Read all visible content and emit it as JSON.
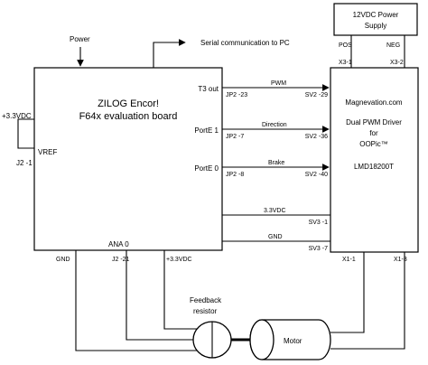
{
  "zilog": {
    "title1": "ZILOG Encor!",
    "title2": "F64x evaluation board",
    "t3out": "T3 out",
    "porte1": "PortE 1",
    "porte0": "PortE 0",
    "vref": "VREF",
    "ana0": "ANA 0",
    "gnd": "GND",
    "j2_21": "J2 -21",
    "v33": "+3.3VDC",
    "jp2_23": "JP2 -23",
    "jp2_7": "JP2 -7",
    "jp2_8": "JP2 -8"
  },
  "power_label": "Power",
  "serial_label": "Serial communication to PC",
  "vref_supply": {
    "label": "+3.3VDC",
    "pin": "J2 -1"
  },
  "signals": {
    "pwm": "PWM",
    "direction": "Direction",
    "brake": "Brake",
    "v33": "3.3VDC",
    "gnd": "GND"
  },
  "driver": {
    "brand": "Magnevation.com",
    "line1": "Dual PWM Driver",
    "line2": "for",
    "line3": "OOPic™",
    "chip": "LMD18200T",
    "sv2_29": "SV2 -29",
    "sv2_36": "SV2 -36",
    "sv2_40": "SV2 -40",
    "sv3_1": "SV3 -1",
    "sv3_7": "SV3 -7",
    "x3_1": "X3-1",
    "x3_2": "X3-2",
    "x1_1": "X1-1",
    "x1_3": "X1-3"
  },
  "psu": {
    "line1": "12VDC Power",
    "line2": "Supply",
    "pos": "POS",
    "neg": "NEG"
  },
  "feedback": {
    "line1": "Feedback",
    "line2": "resistor"
  },
  "motor": "Motor"
}
